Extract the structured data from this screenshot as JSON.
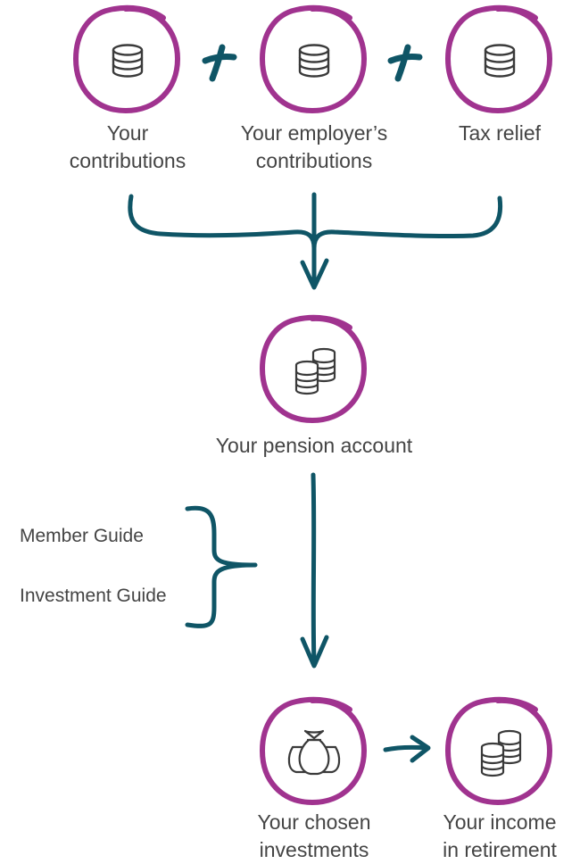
{
  "colors": {
    "circle": "#a0338f",
    "connector": "#0f5566",
    "icon": "#3a3a3a",
    "text": "#444444"
  },
  "contributions": [
    {
      "line1": "Your",
      "line2": "contributions",
      "icon": "database-icon"
    },
    {
      "line1": "Your employer’s",
      "line2": "contributions",
      "icon": "database-icon"
    },
    {
      "line1": "Tax relief",
      "line2": "",
      "icon": "database-icon"
    }
  ],
  "pension_account": {
    "label": "Your pension account",
    "icon": "coin-stacks-icon"
  },
  "guides": [
    {
      "label": "Member Guide"
    },
    {
      "label": "Investment Guide"
    }
  ],
  "investments": {
    "line1": "Your chosen",
    "line2": "investments",
    "icon": "money-bags-icon"
  },
  "income": {
    "line1": "Your income",
    "line2": "in retirement",
    "icon": "coin-stacks-icon"
  }
}
